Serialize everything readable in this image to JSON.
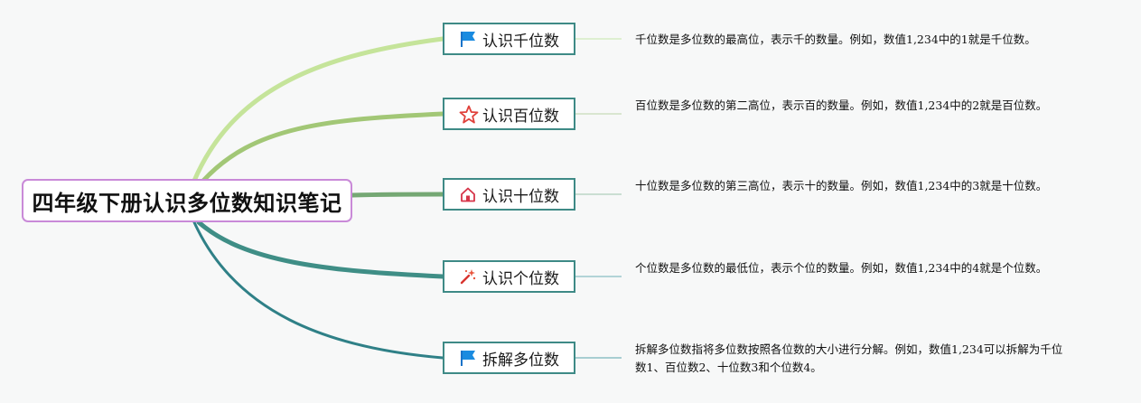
{
  "mindmap": {
    "root": "四年级下册认识多位数知识笔记",
    "branches": [
      {
        "label": "认识千位数",
        "icon": "blue-flag-icon",
        "color": "#c5e49a",
        "note": "千位数是多位数的最高位，表示千的数量。例如，数值1,234中的1就是千位数。"
      },
      {
        "label": "认识百位数",
        "icon": "red-star-icon",
        "color": "#a2c776",
        "note": "百位数是多位数的第二高位，表示百的数量。例如，数值1,234中的2就是百位数。"
      },
      {
        "label": "认识十位数",
        "icon": "house-icon",
        "color": "#75a874",
        "note": "十位数是多位数的第三高位，表示十的数量。例如，数值1,234中的3就是十位数。"
      },
      {
        "label": "认识个位数",
        "icon": "magic-wand-icon",
        "color": "#3f8e86",
        "note": "个位数是多位数的最低位，表示个位的数量。例如，数值1,234中的4就是个位数。"
      },
      {
        "label": "拆解多位数",
        "icon": "blue-flag-icon",
        "color": "#2f8087",
        "note": "拆解多位数指将多位数按照各位数的大小进行分解。例如，数值1,234可以拆解为千位数1、百位数2、十位数3和个位数4。"
      }
    ]
  }
}
